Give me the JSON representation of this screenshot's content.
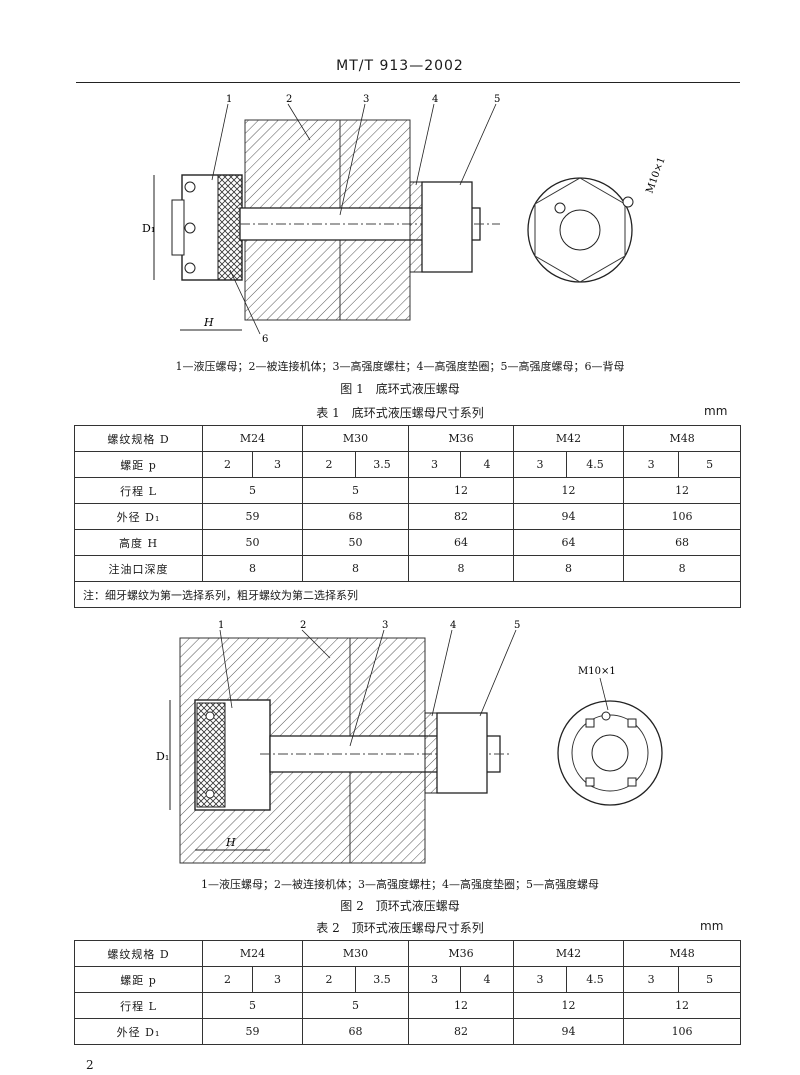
{
  "header": "MT/T 913—2002",
  "figure1": {
    "callouts": [
      "1",
      "2",
      "3",
      "4",
      "5",
      "6"
    ],
    "dim_d1": "D₁",
    "dim_h": "H",
    "thread_label": "M10×1",
    "legend": "1—液压螺母；2—被连接机体；3—高强度螺柱；4—高强度垫圈；5—高强度螺母；6—背母",
    "caption": "图 1　底环式液压螺母"
  },
  "table1": {
    "title": "表 1　底环式液压螺母尺寸系列",
    "unit": "mm",
    "row_labels": [
      "螺纹规格 D",
      "螺距 p",
      "行程 L",
      "外径 D₁",
      "高度 H",
      "注油口深度"
    ],
    "sizes": [
      "M24",
      "M30",
      "M36",
      "M42",
      "M48"
    ],
    "pitch": [
      "2",
      "3",
      "2",
      "3.5",
      "3",
      "4",
      "3",
      "4.5",
      "3",
      "5"
    ],
    "stroke": [
      "5",
      "5",
      "12",
      "12",
      "12"
    ],
    "outer_dia": [
      "59",
      "68",
      "82",
      "94",
      "106"
    ],
    "height": [
      "50",
      "50",
      "64",
      "64",
      "68"
    ],
    "port_depth": [
      "8",
      "8",
      "8",
      "8",
      "8"
    ],
    "note": "注：细牙螺纹为第一选择系列，粗牙螺纹为第二选择系列"
  },
  "figure2": {
    "callouts": [
      "1",
      "2",
      "3",
      "4",
      "5"
    ],
    "dim_d1": "D₁",
    "dim_h": "H",
    "thread_label": "M10×1",
    "legend": "1—液压螺母；2—被连接机体；3—高强度螺柱；4—高强度垫圈；5—高强度螺母",
    "caption": "图 2　顶环式液压螺母"
  },
  "table2": {
    "title": "表 2　顶环式液压螺母尺寸系列",
    "unit": "mm",
    "row_labels": [
      "螺纹规格 D",
      "螺距 p",
      "行程 L",
      "外径 D₁"
    ],
    "sizes": [
      "M24",
      "M30",
      "M36",
      "M42",
      "M48"
    ],
    "pitch": [
      "2",
      "3",
      "2",
      "3.5",
      "3",
      "4",
      "3",
      "4.5",
      "3",
      "5"
    ],
    "stroke": [
      "5",
      "5",
      "12",
      "12",
      "12"
    ],
    "outer_dia": [
      "59",
      "68",
      "82",
      "94",
      "106"
    ]
  },
  "page_number": "2"
}
